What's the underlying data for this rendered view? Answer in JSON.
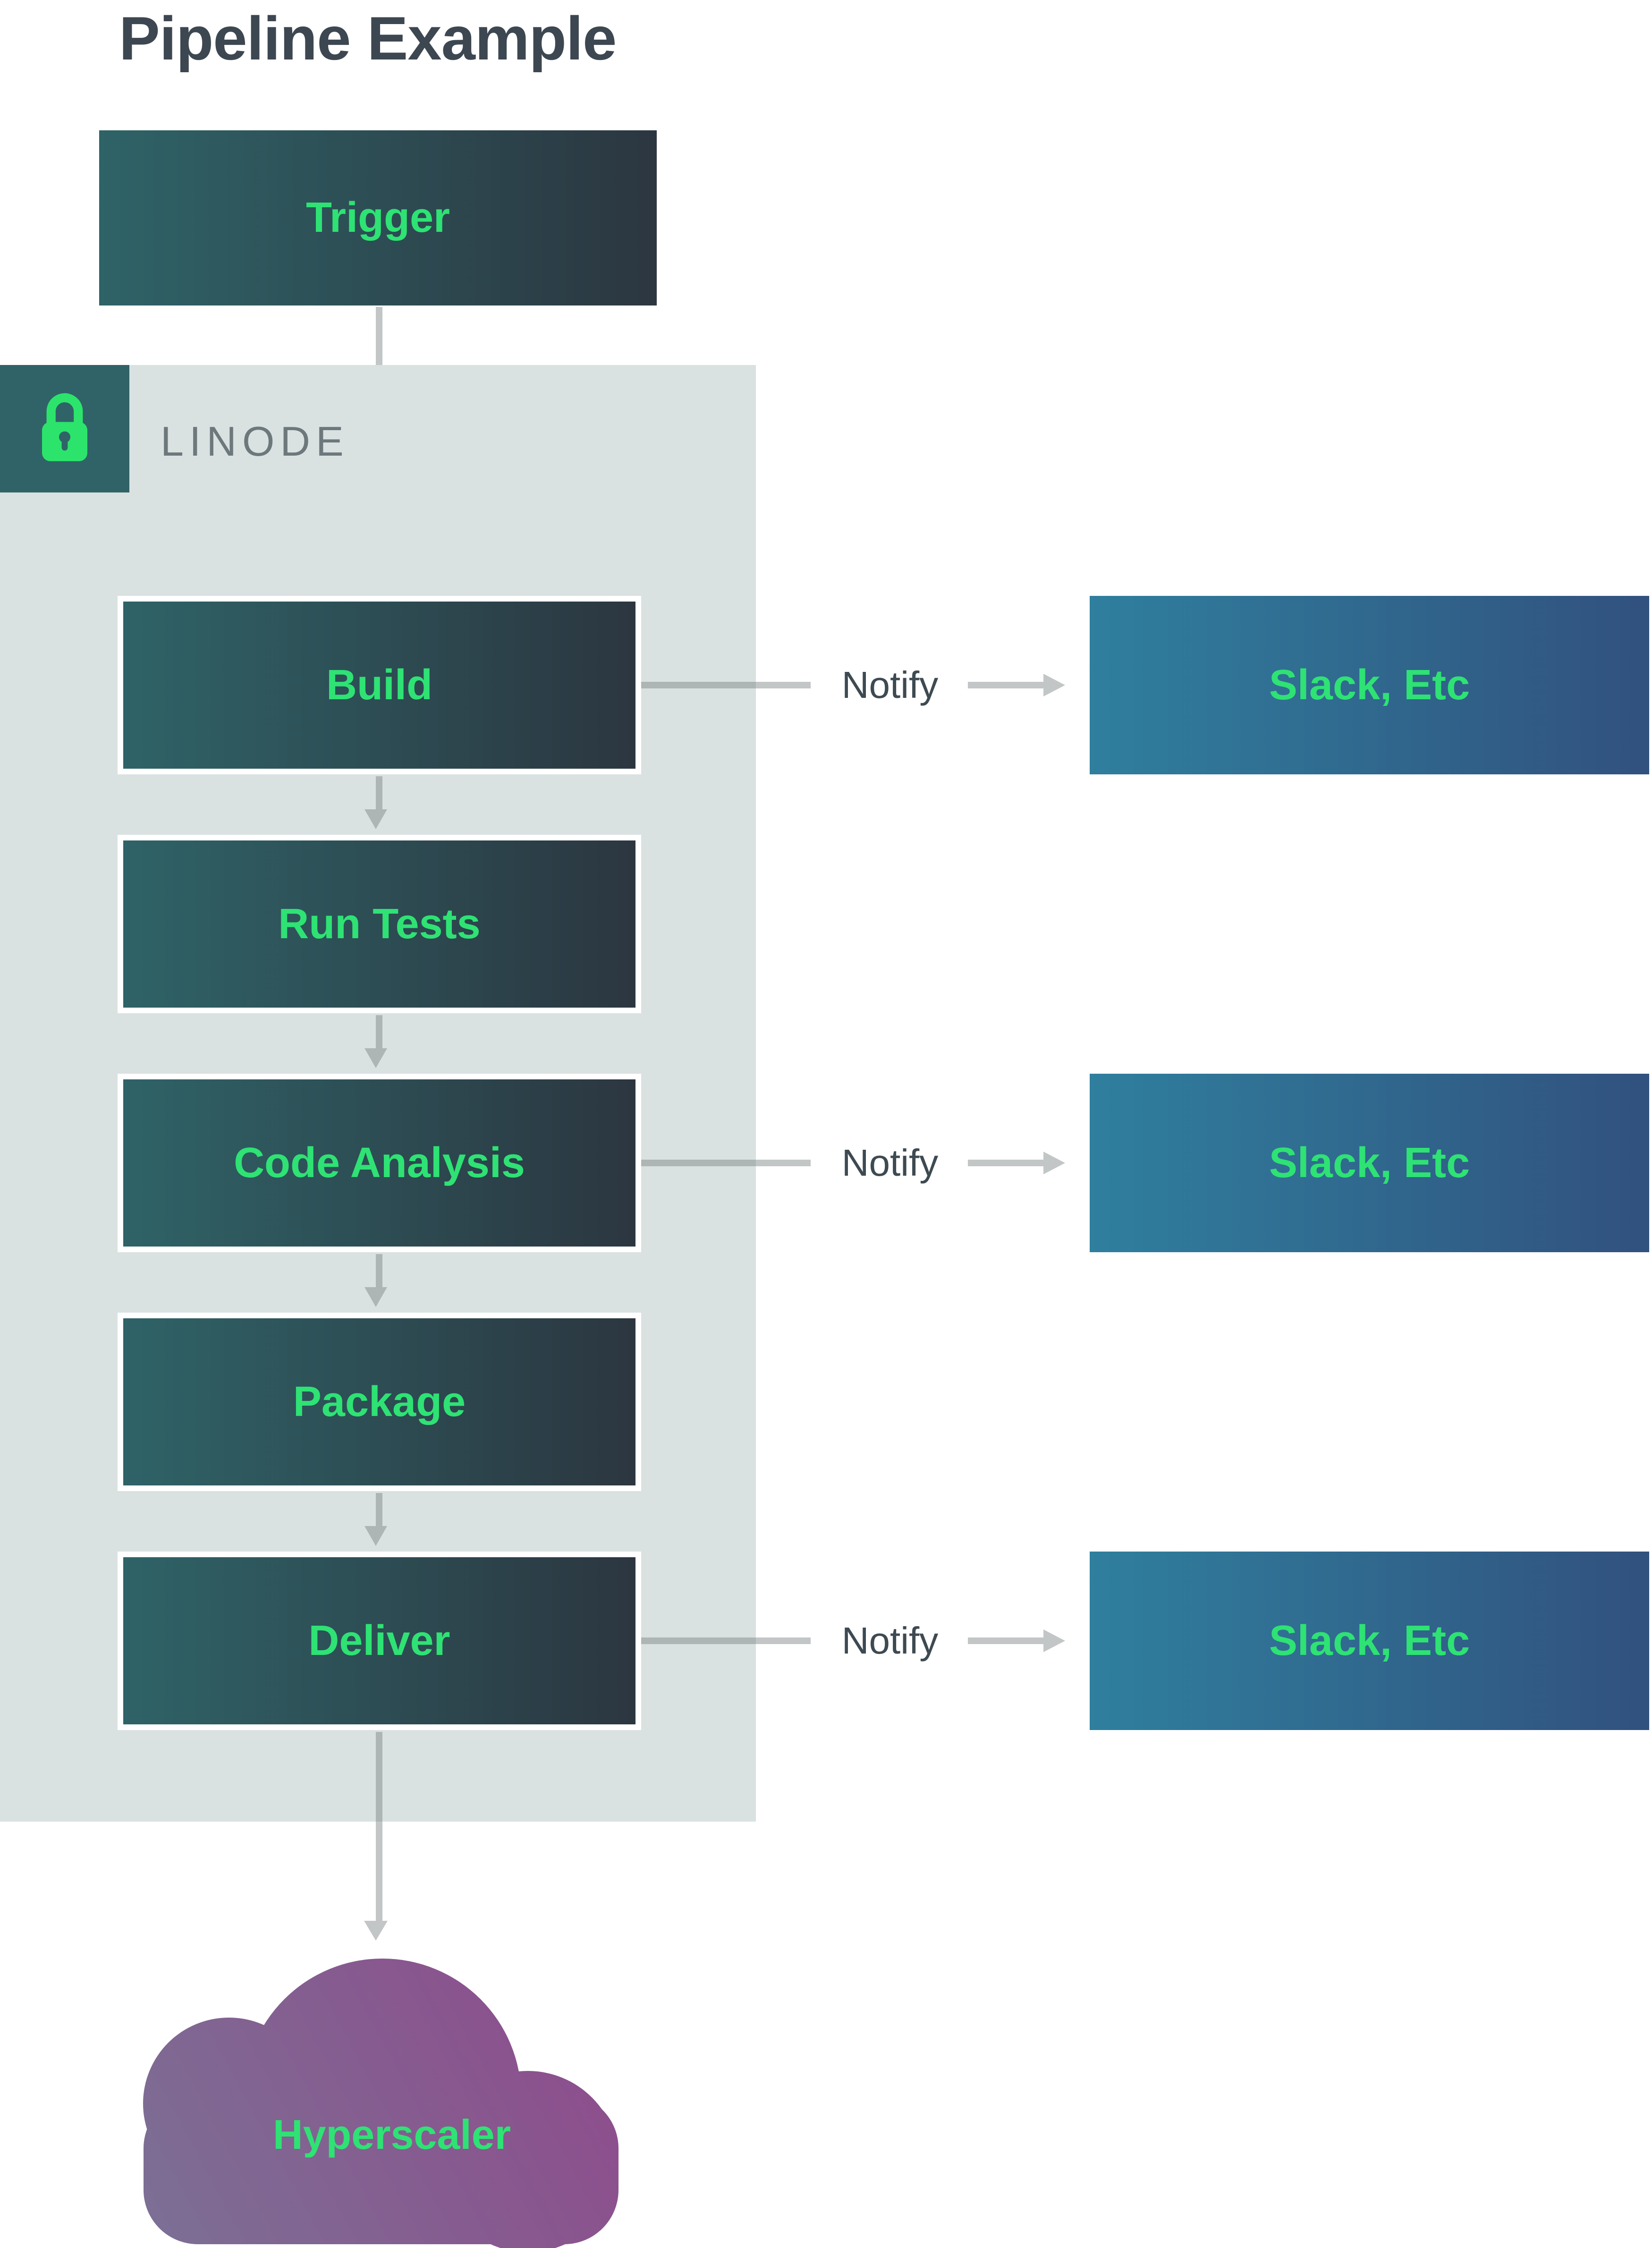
{
  "title": "Pipeline Example",
  "trigger": {
    "label": "Trigger"
  },
  "linode": {
    "label": "LINODE",
    "icon": "lock-icon"
  },
  "steps": [
    {
      "label": "Build"
    },
    {
      "label": "Run Tests"
    },
    {
      "label": "Code Analysis"
    },
    {
      "label": "Package"
    },
    {
      "label": "Deliver"
    }
  ],
  "notify": {
    "label": "Notify"
  },
  "notifications": [
    {
      "label": "Slack, Etc"
    },
    {
      "label": "Slack, Etc"
    },
    {
      "label": "Slack, Etc"
    }
  ],
  "cloud": {
    "label": "Hyperscaler"
  },
  "colors": {
    "title_text": "#3d4751",
    "step_gradient_start": "#2e6367",
    "step_gradient_end": "#2c3640",
    "label_green": "#2ee274",
    "container_bg": "#d9e2e1",
    "lock_tile_bg": "#306367",
    "lock_icon": "#2ce46c",
    "linode_label": "#6d787c",
    "notify_label": "#3e4a52",
    "slack_gradient_start": "#2f7f9e",
    "slack_gradient_end": "#31517e",
    "cloud_gradient_start": "#7b7094",
    "cloud_gradient_end": "#8f4a8c",
    "arrow_gray": "#aab2b2"
  }
}
